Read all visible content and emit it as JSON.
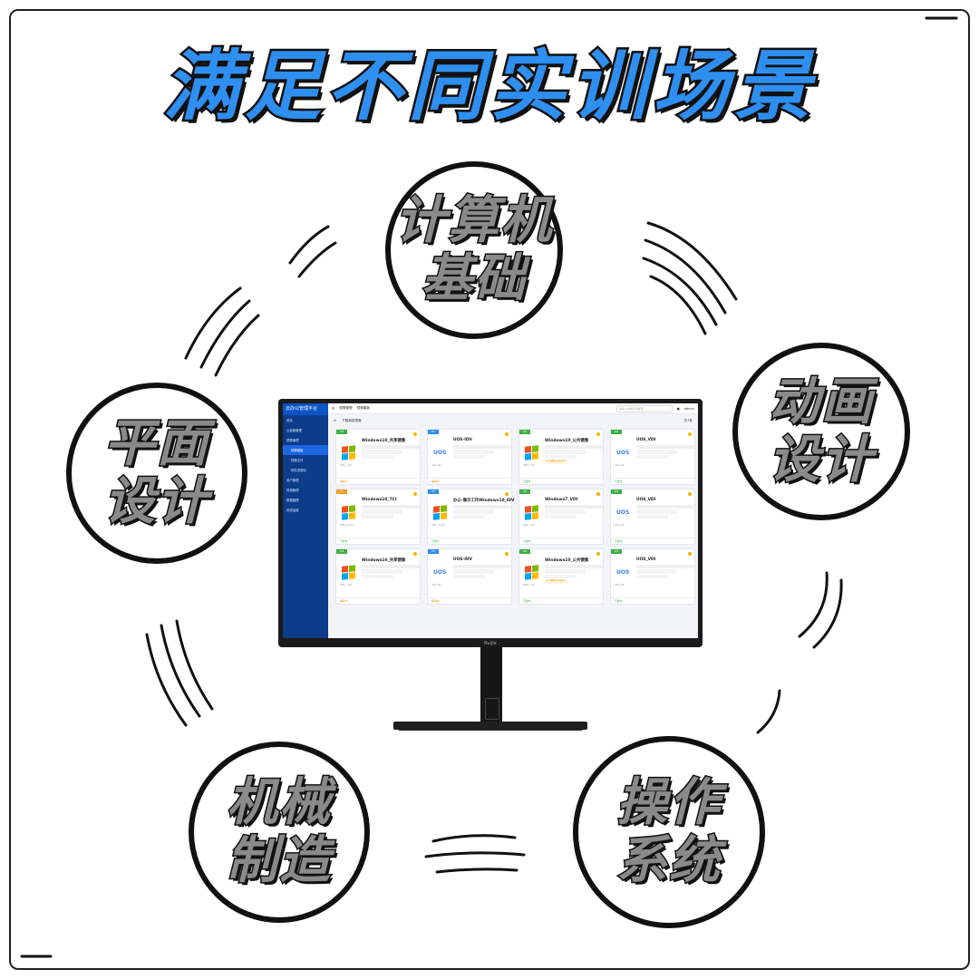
{
  "title": "满足不同实训场景",
  "scenarios": [
    {
      "line1": "计算机",
      "line2": "基础"
    },
    {
      "line1": "动画",
      "line2": "设计"
    },
    {
      "line1": "平面",
      "line2": "设计"
    },
    {
      "line1": "机械",
      "line2": "制造"
    },
    {
      "line1": "操作",
      "line2": "系统"
    }
  ],
  "monitor": {
    "brand": "Ruijie",
    "app": {
      "logo": "云办公管理平台",
      "nav": [
        "首页",
        "云桌面管理",
        "镜像管理",
        "镜像模板",
        "镜像文件",
        "软件资源包",
        "用户管理",
        "终端管理",
        "数据管理",
        "系统运维"
      ],
      "breadcrumb": [
        "镜像管理",
        "镜像模板"
      ],
      "search_placeholder": "请输入镜像名称搜索",
      "user": "admin",
      "toolbar_left": "下载离线镜像",
      "toolbar_right": "共7条",
      "cards": [
        {
          "name": "Windows10_共享镜像",
          "os": "win",
          "badge": "VDI",
          "osname": "WIN_7_64",
          "status": "编辑中",
          "warn": ""
        },
        {
          "name": "UOS-IDV",
          "os": "uos",
          "badge": "IDV",
          "osname": "UOS_64",
          "status": "编辑中",
          "warn": ""
        },
        {
          "name": "Windows10_公共镜像",
          "os": "win",
          "badge": "VDI",
          "osname": "WIN_7_64",
          "status": "已发布",
          "warn": "1个镜像正在发布中"
        },
        {
          "name": "UOS_VDI",
          "os": "uos",
          "badge": "VDI",
          "osname": "UOS_64",
          "status": "已发布",
          "warn": ""
        },
        {
          "name": "Windows10_TCI",
          "os": "win",
          "badge": "TCI",
          "osname": "WIN_10_64",
          "status": "已发布",
          "warn": ""
        },
        {
          "name": "办公-展示工作Windows10_IDV",
          "os": "win",
          "badge": "IDV",
          "osname": "WIN_10_64",
          "status": "已发布",
          "warn": ""
        },
        {
          "name": "Windows7_VDI",
          "os": "win",
          "badge": "VDI",
          "osname": "WIN_7_64",
          "status": "已发布",
          "warn": ""
        },
        {
          "name": "UOS_VDI",
          "os": "uos",
          "badge": "VDI",
          "osname": "UOS_64",
          "status": "已发布",
          "warn": ""
        },
        {
          "name": "Windows10_共享镜像",
          "os": "win",
          "badge": "VDI",
          "osname": "WIN_7_64",
          "status": "编辑中",
          "warn": ""
        },
        {
          "name": "UOS-IDV",
          "os": "uos",
          "badge": "IDV",
          "osname": "UOS_64",
          "status": "编辑中",
          "warn": ""
        },
        {
          "name": "Windows10_公共镜像",
          "os": "win",
          "badge": "VDI",
          "osname": "WIN_7_64",
          "status": "已发布",
          "warn": "1个镜像正在发布中"
        },
        {
          "name": "UOS_VDI",
          "os": "uos",
          "badge": "VDI",
          "osname": "UOS_64",
          "status": "已发布",
          "warn": ""
        }
      ]
    }
  },
  "colors": {
    "title_blue": "#2f8ff0",
    "text_gray": "#8a8a8a",
    "sidebar": "#0c3c8a",
    "badge_vdi": "#3cb043",
    "badge_idv": "#2d8cf0",
    "badge_tci": "#f29b25",
    "status_edit": "#e59600",
    "status_pub": "#3cb043"
  }
}
